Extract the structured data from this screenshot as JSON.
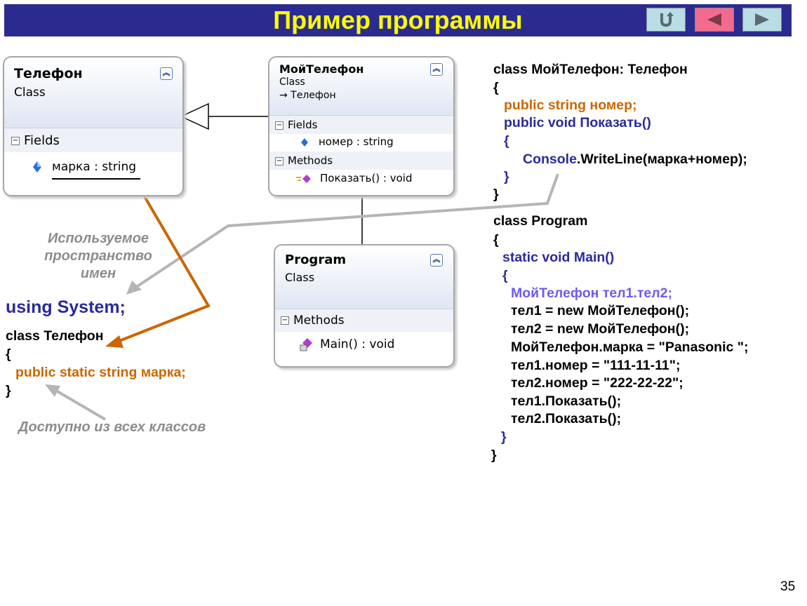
{
  "slide": {
    "title": "Пример программы",
    "page_number": "35"
  },
  "nav": {
    "return_icon": "return-icon",
    "prev_icon": "triangle-left-icon",
    "next_icon": "triangle-right-icon",
    "colors": {
      "return": "#b8dde6",
      "prev": "#f46a8d",
      "next": "#b8dde6",
      "title_bg": "#2b2b8f",
      "title_text": "#ffff00"
    }
  },
  "uml": {
    "telefon": {
      "name": "Телефон",
      "kind": "Class",
      "section": "Fields",
      "field": "марка : string"
    },
    "moy_telefon": {
      "name": "МойТелефон",
      "kind": "Class",
      "parent": "→ Телефон",
      "fields_section": "Fields",
      "field": "номер : string",
      "methods_section": "Methods",
      "method": "Показать() : void"
    },
    "program": {
      "name": "Program",
      "kind": "Class",
      "methods_section": "Methods",
      "method": "Main() : void"
    }
  },
  "notes": {
    "namespace": [
      "Используемое",
      "пространство",
      "имен"
    ],
    "accessible": "Доступно из всех классов"
  },
  "left_code": {
    "using": "using System;",
    "class_decl": "class Телефон",
    "open": "{",
    "field": "public static string марка;",
    "close": "}"
  },
  "right_code": {
    "l1": "class МойТелефон: Телефон",
    "l2": "{",
    "l3": "public string номер;",
    "l4": "public void Показать()",
    "l5": "{",
    "l6a": "Console",
    "l6b": ".WriteLine(марка+номер);",
    "l7": "}",
    "l8": "}",
    "l9": "class Program",
    "l10": "{",
    "l11": "static void Main()",
    "l12": "{",
    "l13": "МойТелефон тел1.тел2;",
    "l14": "тел1 = new МойТелефон();",
    "l15": "тел2 = new МойТелефон();",
    "l16": "МойТелефон.марка = \"Panasonic \";",
    "l17": "тел1.номер = \"111-11-11\";",
    "l18": "тел2.номер = \"222-22-22\";",
    "l19": "тел1.Показать();",
    "l20": "тел2.Показать();",
    "l21": "}",
    "l22": "}"
  }
}
